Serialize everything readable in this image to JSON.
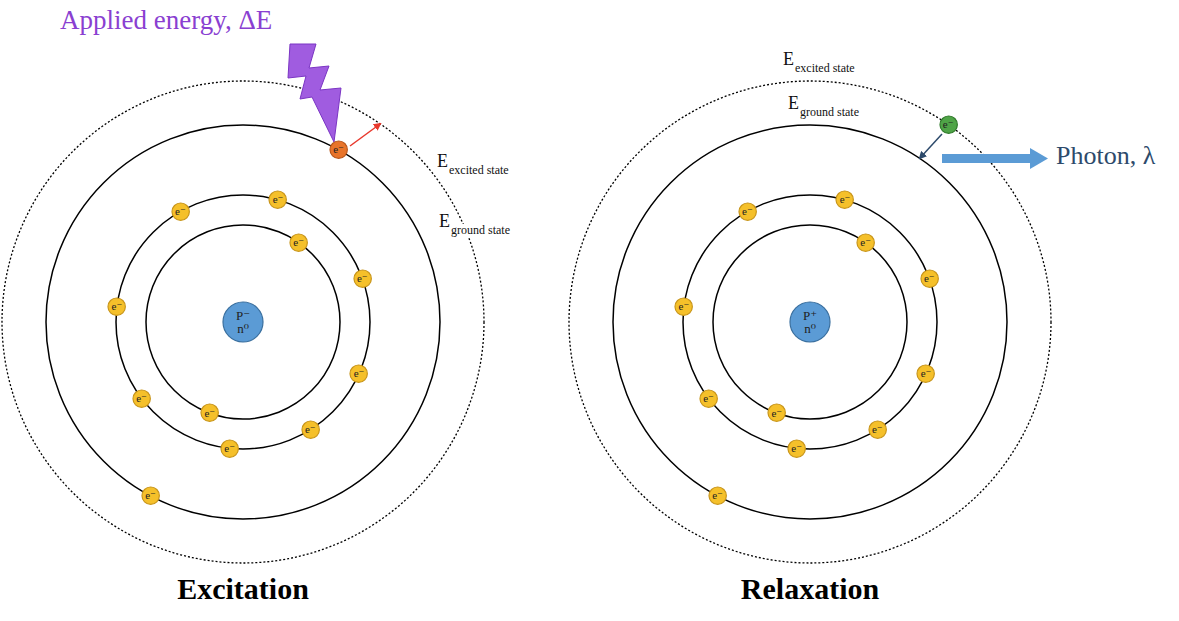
{
  "diagram": {
    "nodes": [
      {
        "text": [
          "P⁻",
          "n⁰"
        ]
      },
      {
        "text": [
          "e⁻"
        ]
      },
      {
        "text": [
          "e⁻"
        ]
      },
      {
        "text": [
          "e⁻"
        ]
      },
      {
        "text": [
          "e⁻"
        ]
      },
      {
        "text": [
          "e⁻"
        ]
      },
      {
        "text": [
          "e⁻"
        ]
      },
      {
        "text": [
          "e⁻"
        ]
      },
      {
        "text": [
          "e⁻"
        ]
      },
      {
        "text": [
          "e⁻"
        ]
      },
      {
        "text": [
          "e⁻"
        ]
      },
      {
        "text": [
          "e⁻"
        ]
      },
      {
        "text": [
          "e⁻"
        ]
      },
      {
        "text": [
          "P⁺",
          "n⁰"
        ]
      },
      {
        "text": [
          "e⁻"
        ]
      },
      {
        "text": [
          "e⁻"
        ]
      },
      {
        "text": [
          "e⁻"
        ]
      },
      {
        "text": [
          "e⁻"
        ]
      },
      {
        "text": [
          "e⁻"
        ]
      },
      {
        "text": [
          "e⁻"
        ]
      },
      {
        "text": [
          "e⁻"
        ]
      },
      {
        "text": [
          "e⁻"
        ]
      },
      {
        "text": [
          "e⁻"
        ]
      },
      {
        "text": [
          "e⁻"
        ]
      },
      {
        "text": [
          "e⁻"
        ]
      },
      {
        "text": [
          "e⁻"
        ]
      }
    ],
    "labels": [
      "Applied energy, ΔE",
      "E",
      "excited state",
      "E",
      "ground state",
      "E",
      "excited state",
      "E",
      "ground state",
      "Photon, λ",
      "Excitation",
      "Relaxation"
    ]
  }
}
